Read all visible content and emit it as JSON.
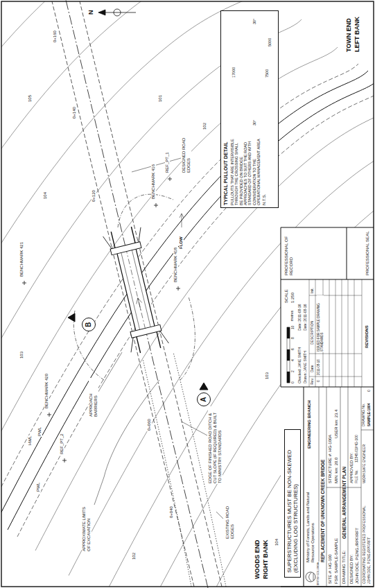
{
  "diagram": {
    "nodes": [
      {
        "text": [
          "TYPICAL PULLOUT DETAIL",
          "PULLOUTS THAT ARE INTERVISIBLE THROUGH THE CROSSING SHALL BE PROVIDED ON BRIDGE APPROACHES TO SUIT THE ROAD STANDARD OF OTHERS AND WITH CONSIDERATION TO THE OPERATIONAL MANAGEMENT AREA",
          "N.T.S."
        ]
      },
      {
        "text": [
          "SUPERSTRUCTURES MUST BE NON-SKEWED (EXCLUDING LOG STRUCTURES)"
        ]
      },
      {
        "text": [
          "A"
        ]
      },
      {
        "text": [
          "B"
        ]
      }
    ],
    "labels": [
      "N",
      "TOWN END",
      "LEFT BANK",
      "WOODS END",
      "RIGHT BANK",
      "BENCHMARK 421",
      "BENCHMARK 416",
      "BENCHMARK 418",
      "BENCHMARK 420",
      "REF_PT_1",
      "REF_PT_2",
      "DESIGNED ROAD EDGES",
      "FLOW",
      "APPROXIMATE LIMITS OF EXCAVATION",
      "APPROACH BARRIERS",
      "EDGE OF FINISHED ROAD DITCH & CUT SLOPE (IF REQUIRED) & BUILT TO MINISTRY STANDARDS",
      "EXISTING ROAD EDGES",
      "HWL",
      "PWL",
      "PWL",
      "105",
      "104",
      "103",
      "102",
      "101",
      "104",
      "103",
      "102",
      "0+040",
      "0+060",
      "0+120",
      "0+140",
      "0+160",
      "17000",
      "7500",
      "5000",
      "30°",
      "30°",
      "0",
      "2",
      "4",
      "6",
      "8",
      "10",
      "metres",
      "SCALE",
      "1:250",
      "Checked: JANE SMITH",
      "Date: 2011-08-16",
      "Drawn: JANE SMITH",
      "Date: 2011-08-16",
      "Rev.",
      "Date",
      "DESCRIPTION",
      "Init.",
      "0",
      "2011-08-16",
      "ISSUED FOR SAMPLE DRAWING STANDARDS",
      "REVISIONS",
      "PROFESSIONAL OF RECORD",
      "PROFESSIONAL SEAL",
      "BRITISH COLUMBIA",
      "Ministry of Forests, Lands and Natural Resource Operations",
      "ENGINEERING BRANCH",
      "REPLACEMENT OF UNKNOWN CREEK BRIDGE",
      "SITE #: HG-100",
      "STRUCTURE #: HG-100A",
      "FSR: SAMPLE-SAMPLE",
      "MIN. km: 20.0",
      "USER km: 23.4",
      "DRAWING TITLE:",
      "GENERAL ARRANGEMENT PLAN",
      "DESIGNED BY:",
      "JOHN DOE, P.ENG./RPF/RFT",
      "APPROVED BY:",
      "COORDINATING REGISTERED PROFESSIONAL",
      "WORKSAFE ENGINEER",
      "JOHN DOE, P.ENG./RPF/RFT",
      "FILE No.",
      "12345.01/HG-100",
      "DRAWING No.",
      "SAMPLE-1004",
      "0"
    ]
  }
}
